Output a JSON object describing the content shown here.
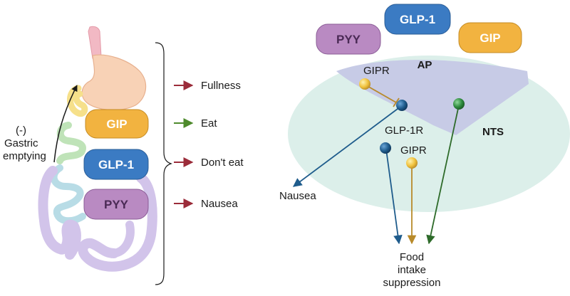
{
  "hormones": {
    "gip": "GIP",
    "glp1": "GLP-1",
    "pyy": "PYY"
  },
  "gut": {
    "gastric_label_line1": "(-)",
    "gastric_label_line2": "Gastric",
    "gastric_label_line3": "emptying"
  },
  "effects": [
    {
      "label": "Fullness",
      "arrow_color": "#9b2c3a"
    },
    {
      "label": "Eat",
      "arrow_color": "#4e8a2c"
    },
    {
      "label": "Don't eat",
      "arrow_color": "#9b2c3a"
    },
    {
      "label": "Nausea",
      "arrow_color": "#9b2c3a"
    }
  ],
  "brain": {
    "ap_label": "AP",
    "nts_label": "NTS",
    "gipr_top_label": "GIPR",
    "glp1r_label": "GLP-1R",
    "gipr_bottom_label": "GIPR",
    "nausea_label": "Nausea",
    "output_line1": "Food",
    "output_line2": "intake",
    "output_line3": "suppression"
  },
  "colors": {
    "gip_fill": "#f2b340",
    "glp1_fill": "#3b7bc3",
    "pyy_fill": "#b98ac2",
    "nts_fill": "#dcefea",
    "ap_fill": "#c7cbe6",
    "gipr_receptor": "#f0c23c",
    "glp1r_receptor": "#1f5c8c",
    "green_receptor": "#2e8b3e"
  }
}
